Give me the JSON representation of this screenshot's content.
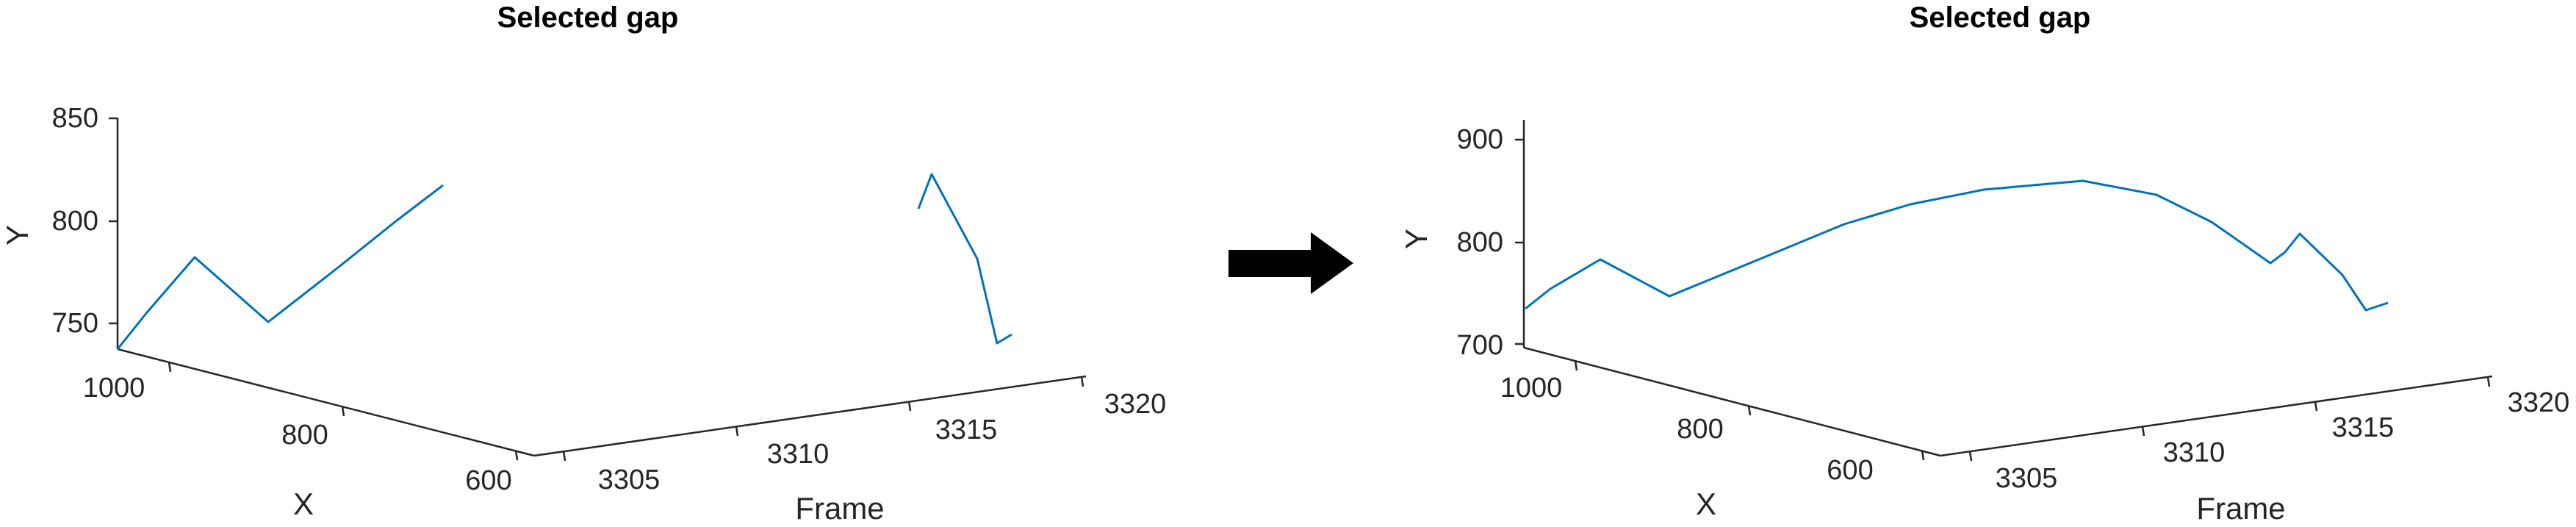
{
  "arrow_icon": "right-arrow-icon",
  "colors": {
    "series": "#0072bd",
    "axis": "#262626",
    "arrow": "#000000"
  },
  "chart_data": [
    {
      "type": "line3d",
      "title": "Selected gap",
      "xlabel": "X",
      "ylabel": "Y",
      "zlabel": "Frame",
      "y_ticks": [
        "750",
        "800",
        "850"
      ],
      "x_ticks": [
        "1000",
        "800",
        "600"
      ],
      "frame_ticks": [
        "3305",
        "3310",
        "3315",
        "3320"
      ],
      "series": [
        {
          "values": [
            [
              3302,
              1000,
              738
            ],
            [
              3303,
              960,
              758
            ],
            [
              3304,
              920,
              783
            ],
            [
              3305,
              880,
              750
            ],
            [
              3306,
              840,
              770
            ],
            [
              3307,
              800,
              789
            ],
            [
              3308,
              760,
              808
            ]
          ]
        },
        {
          "values": [
            [
              3315,
              940,
              805
            ],
            [
              3316,
              930,
              823
            ],
            [
              3317,
              900,
              785
            ],
            [
              3318,
              890,
              744
            ],
            [
              3319,
              880,
              749
            ]
          ]
        }
      ]
    },
    {
      "type": "line3d",
      "title": "Selected gap",
      "xlabel": "X",
      "ylabel": "Y",
      "zlabel": "Frame",
      "y_ticks": [
        "700",
        "800",
        "900"
      ],
      "x_ticks": [
        "1000",
        "800",
        "600"
      ],
      "frame_ticks": [
        "3305",
        "3310",
        "3315",
        "3320"
      ],
      "series": [
        {
          "values": [
            [
              3302,
              1000,
              735
            ],
            [
              3303,
              960,
              758
            ],
            [
              3304,
              920,
              787
            ],
            [
              3305,
              880,
              752
            ],
            [
              3306,
              840,
              770
            ],
            [
              3307,
              800,
              789
            ],
            [
              3308,
              760,
              808
            ],
            [
              3309,
              730,
              830
            ],
            [
              3310,
              700,
              852
            ],
            [
              3311,
              700,
              860
            ],
            [
              3312,
              720,
              848
            ],
            [
              3313,
              760,
              825
            ],
            [
              3314,
              790,
              783
            ],
            [
              3315,
              790,
              810
            ],
            [
              3316,
              820,
              775
            ],
            [
              3317,
              840,
              737
            ],
            [
              3318,
              840,
              745
            ]
          ]
        }
      ]
    }
  ]
}
